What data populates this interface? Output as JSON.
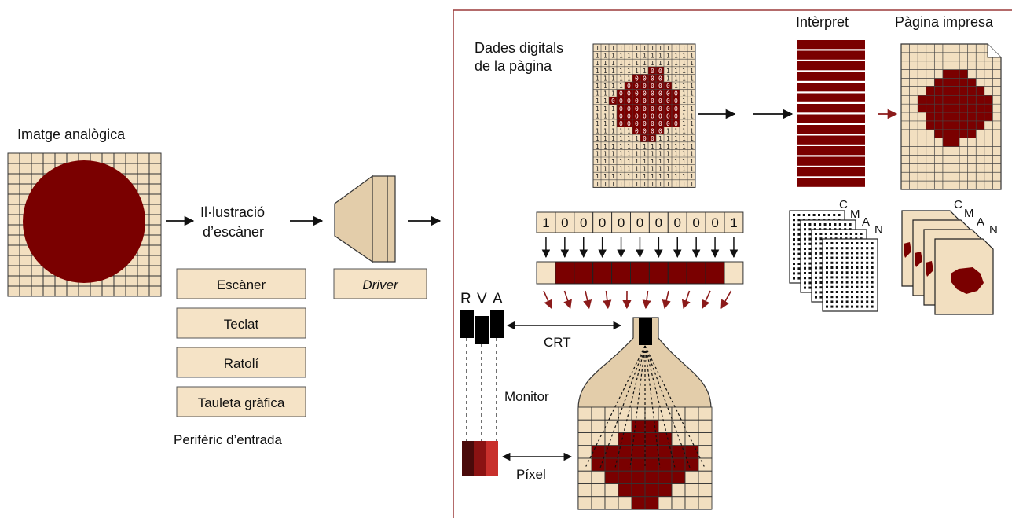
{
  "colors": {
    "beige": "#F2DFC0",
    "beige_box": "#F5E3C6",
    "maroon": "#7A0000",
    "frame": "#9B3A3A",
    "red": "#C0302A",
    "dark_red": "#4A0A0A",
    "cone": "#E3CDAA"
  },
  "left": {
    "analog_title": "Imatge analògica",
    "scanner_illustration": [
      "Il·lustració",
      "d’escàner"
    ],
    "input_devices": [
      "Escàner",
      "Teclat",
      "Ratolí",
      "Tauleta gràfica"
    ],
    "input_caption": "Perifèric d’entrada",
    "driver_label": "Driver"
  },
  "right": {
    "page_data_title": [
      "Dades digitals",
      "de la pàgina"
    ],
    "interpreter_title": "Intèrpret",
    "printed_page_title": "Pàgina impresa",
    "bit_row": [
      "1",
      "0",
      "0",
      "0",
      "0",
      "0",
      "0",
      "0",
      "0",
      "0",
      "1"
    ],
    "cmyk_letters": [
      "C",
      "M",
      "A",
      "N"
    ],
    "rgb_letters": [
      "R",
      "V",
      "A"
    ],
    "crt_label": "CRT",
    "monitor_label": "Monitor",
    "pixel_label": "Píxel"
  }
}
